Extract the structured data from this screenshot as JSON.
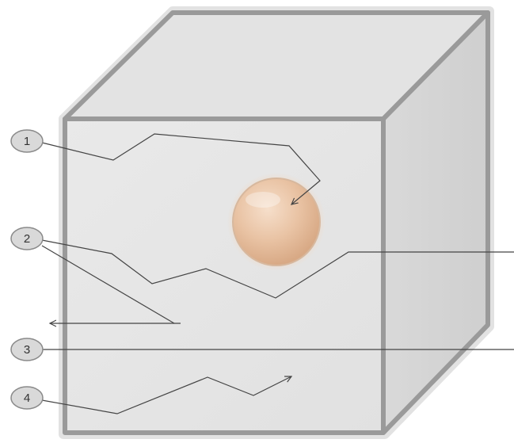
{
  "diagram": {
    "callouts": [
      {
        "number": "1"
      },
      {
        "number": "2"
      },
      {
        "number": "3"
      },
      {
        "number": "4"
      }
    ],
    "colors": {
      "background": "#ffffff",
      "cube_front": "#e6e6e6",
      "cube_top": "#e2e2e2",
      "cube_side": "#d6d6d6",
      "cube_edge": "#9a9a9a",
      "sphere": "#e8c2a2",
      "sphere_glow": "#f3d6bd",
      "leader_line": "#444444",
      "callout_fill": "#d9d9d9",
      "callout_border": "#8a8a8a"
    }
  }
}
